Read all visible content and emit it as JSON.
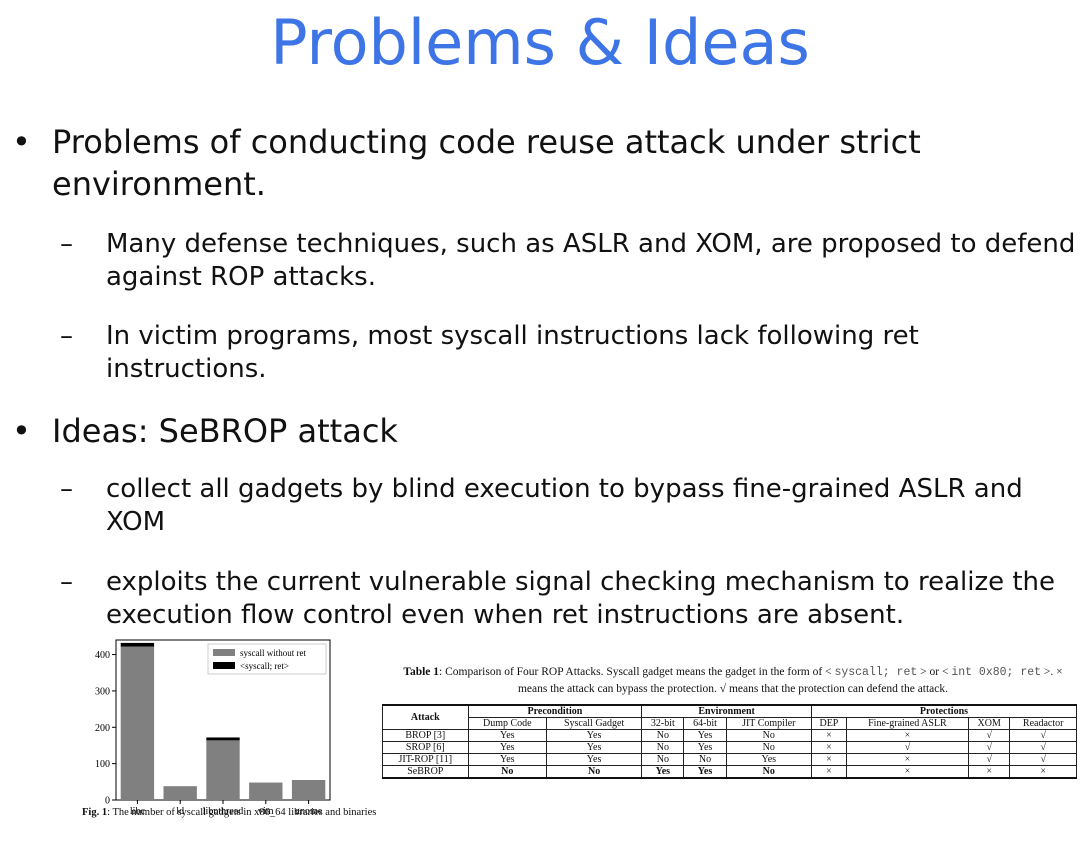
{
  "title": "Problems & Ideas",
  "bullets": [
    {
      "text": "Problems of conducting code reuse attack under strict environment.",
      "subs": [
        "Many defense techniques, such as ASLR and XOM, are proposed to defend against ROP attacks.",
        "In victim programs, most syscall instructions lack following ret instructions."
      ]
    },
    {
      "text": "Ideas: SeBROP attack",
      "subs": [
        "collect all gadgets by blind execution to bypass fine-grained ASLR and XOM",
        "exploits the current vulnerable signal checking mechanism to realize the execution flow control even when ret instructions are absent."
      ]
    }
  ],
  "bullet_mark": "•",
  "dash_mark": "–",
  "chart_data": {
    "type": "bar",
    "stacked": true,
    "categories": [
      "libc",
      "ld",
      "libpthread",
      "vim",
      "gnome"
    ],
    "series": [
      {
        "name": "syscall without ret",
        "values": [
          422,
          38,
          164,
          48,
          55
        ],
        "color": "#808080"
      },
      {
        "name": "<syscall; ret>",
        "values": [
          10,
          0,
          8,
          0,
          0
        ],
        "color": "#000000"
      }
    ],
    "ylim": [
      0,
      440
    ],
    "yticks": [
      0,
      100,
      200,
      300,
      400
    ],
    "legend": "top-right",
    "grid": false
  },
  "figure_caption": {
    "label": "Fig. 1",
    "text": ": The number of syscall gadgets in x86_64 libraries and binaries"
  },
  "table_caption": {
    "label": "Table 1",
    "part1": ": Comparison of Four ROP Attacks. Syscall gadget means the gadget in the form of < ",
    "code1": "syscall; ret",
    "part2": " > or < ",
    "code2": "int 0x80; ret",
    "part3": " >. × means the attack can bypass the protection. √ means that the protection can defend the attack."
  },
  "table": {
    "attack_header": "Attack",
    "groups": [
      "Precondition",
      "Environment",
      "Protections"
    ],
    "columns": [
      "Dump Code",
      "Syscall Gadget",
      "32-bit",
      "64-bit",
      "JIT Compiler",
      "DEP",
      "Fine-grained ASLR",
      "XOM",
      "Readactor"
    ],
    "rows": [
      [
        "BROP [3]",
        "Yes",
        "Yes",
        "No",
        "Yes",
        "No",
        "×",
        "×",
        "√",
        "√"
      ],
      [
        "SROP [6]",
        "Yes",
        "Yes",
        "No",
        "Yes",
        "No",
        "×",
        "√",
        "√",
        "√"
      ],
      [
        "JIT-ROP [11]",
        "Yes",
        "Yes",
        "No",
        "No",
        "Yes",
        "×",
        "×",
        "√",
        "√"
      ],
      [
        "SeBROP",
        "No",
        "No",
        "Yes",
        "Yes",
        "No",
        "×",
        "×",
        "×",
        "×"
      ]
    ]
  }
}
